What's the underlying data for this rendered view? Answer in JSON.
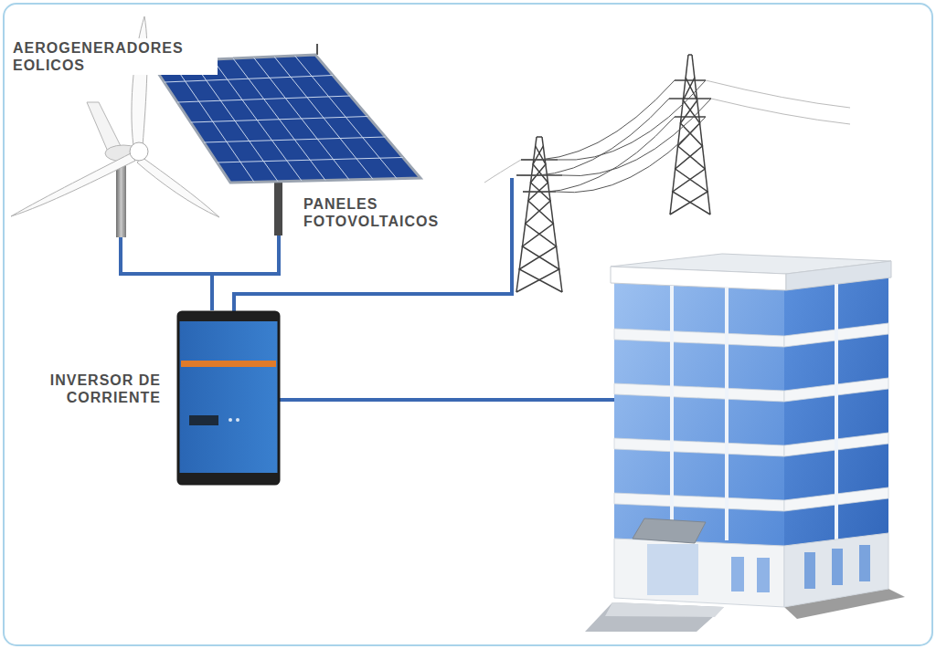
{
  "diagram": {
    "nodes": [
      {
        "text": [
          "AEROGENERADORES EOLICOS"
        ]
      },
      {
        "text": [
          "PANELES FOTOVOLTAICOS"
        ]
      },
      {
        "text": [
          "INVERSOR DE CORRIENTE"
        ]
      }
    ],
    "edges": [
      {
        "from": 0,
        "to": 2,
        "arrow": "none"
      },
      {
        "from": 1,
        "to": 2,
        "arrow": "none"
      }
    ]
  }
}
